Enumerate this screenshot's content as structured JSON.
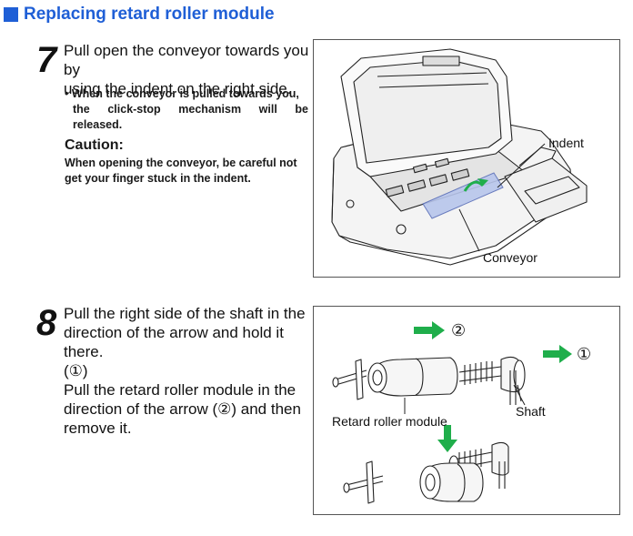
{
  "section_title": "Replacing retard roller module",
  "step7": {
    "number": "7",
    "text_lines": [
      "Pull open the conveyor towards you by",
      "using the indent on the right side."
    ],
    "bullet_lines": [
      "• When the conveyor is pulled towards you,",
      "the click-stop mechanism will be",
      "released."
    ],
    "caution_title": "Caution:",
    "caution_lines": [
      "When opening the conveyor, be careful not",
      "get your finger stuck in the indent."
    ],
    "figure_labels": {
      "indent": "Indent",
      "conveyor": "Conveyor"
    }
  },
  "step8": {
    "number": "8",
    "text_lines": [
      "Pull the right side of the shaft in the",
      "direction of the arrow and hold it there.",
      "(①)",
      "Pull the retard roller module in the",
      "direction of the arrow (②) and then",
      "remove it."
    ],
    "figure_labels": {
      "marker1": "①",
      "marker2": "②",
      "shaft": "Shaft",
      "module": "Retard roller module"
    }
  },
  "colors": {
    "title_blue": "#1f5fd6",
    "arrow_green": "#1fae4b",
    "highlight_blue": "#b8c6ec"
  }
}
